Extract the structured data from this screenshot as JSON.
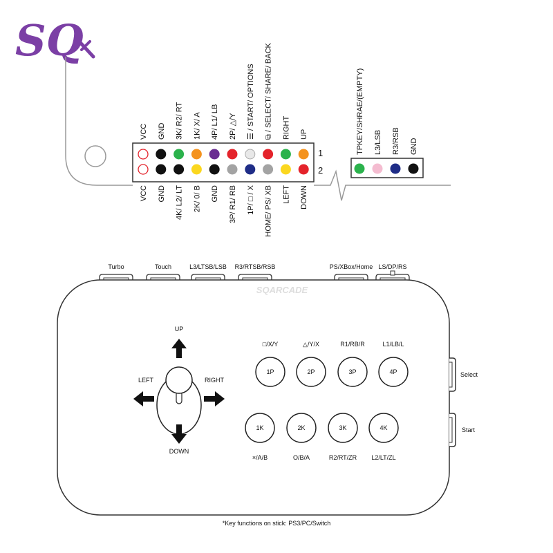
{
  "logo": {
    "text": "SQ",
    "color": "#7b3fa5"
  },
  "connector": {
    "row_numbers": [
      "1",
      "2"
    ],
    "row1_labels": [
      "VCC",
      "GND",
      "3K/ R2/ RT",
      "1K/ X/ A",
      "4P/ L1/ LB",
      "2P/ △/Y",
      "☰ / START/ OPTIONS",
      "⧉ / SELECT/ SHARE/ BACK",
      "RIGHT",
      "UP"
    ],
    "row2_labels": [
      "VCC",
      "GND",
      "4K/ L2/ LT",
      "2K/ 0/ B",
      "GND",
      "3P/ R1/ RB",
      "1P/ □ / X",
      "HOME/ PS/ XB",
      "LEFT",
      "DOWN"
    ],
    "row1_colors": [
      "hollow-red",
      "#111111",
      "#2bb24c",
      "#f4931f",
      "#6a2c91",
      "#e4232b",
      "#e8e8e8",
      "#e4232b",
      "#2bb24c",
      "#f4931f"
    ],
    "row2_colors": [
      "hollow-red",
      "#111111",
      "#111111",
      "#fbd71f",
      "#111111",
      "#a3a3a3",
      "#1f2d87",
      "#a3a3a3",
      "#fbd71f",
      "#e4232b"
    ]
  },
  "aux_connector": {
    "labels": [
      "TPKEY/SHRAE/(EMPTY)",
      "L3/LSB",
      "R3/RSB",
      "GND"
    ],
    "colors": [
      "#2bb24c",
      "#f4bcd0",
      "#1f2d87",
      "#111111"
    ]
  },
  "controller": {
    "watermark": "SQARCADE",
    "top_buttons": [
      "Turbo",
      "Touch",
      "L3/LTSB/LSB",
      "R3/RTSB/RSB",
      "PS/XBox/Home",
      "LS/DP/RS"
    ],
    "side_buttons": [
      "Select",
      "Start"
    ],
    "directions": {
      "up": "UP",
      "down": "DOWN",
      "left": "LEFT",
      "right": "RIGHT"
    },
    "punch_buttons": [
      {
        "label": "1P",
        "caption": "□/X/Y"
      },
      {
        "label": "2P",
        "caption": "△/Y/X"
      },
      {
        "label": "3P",
        "caption": "R1/RB/R"
      },
      {
        "label": "4P",
        "caption": "L1/LB/L"
      }
    ],
    "kick_buttons": [
      {
        "label": "1K",
        "caption": "×/A/B"
      },
      {
        "label": "2K",
        "caption": "O/B/A"
      },
      {
        "label": "3K",
        "caption": "R2/RT/ZR"
      },
      {
        "label": "4K",
        "caption": "L2/LT/ZL"
      }
    ]
  },
  "footnote": "*Key functions on stick: PS3/PC/Switch"
}
